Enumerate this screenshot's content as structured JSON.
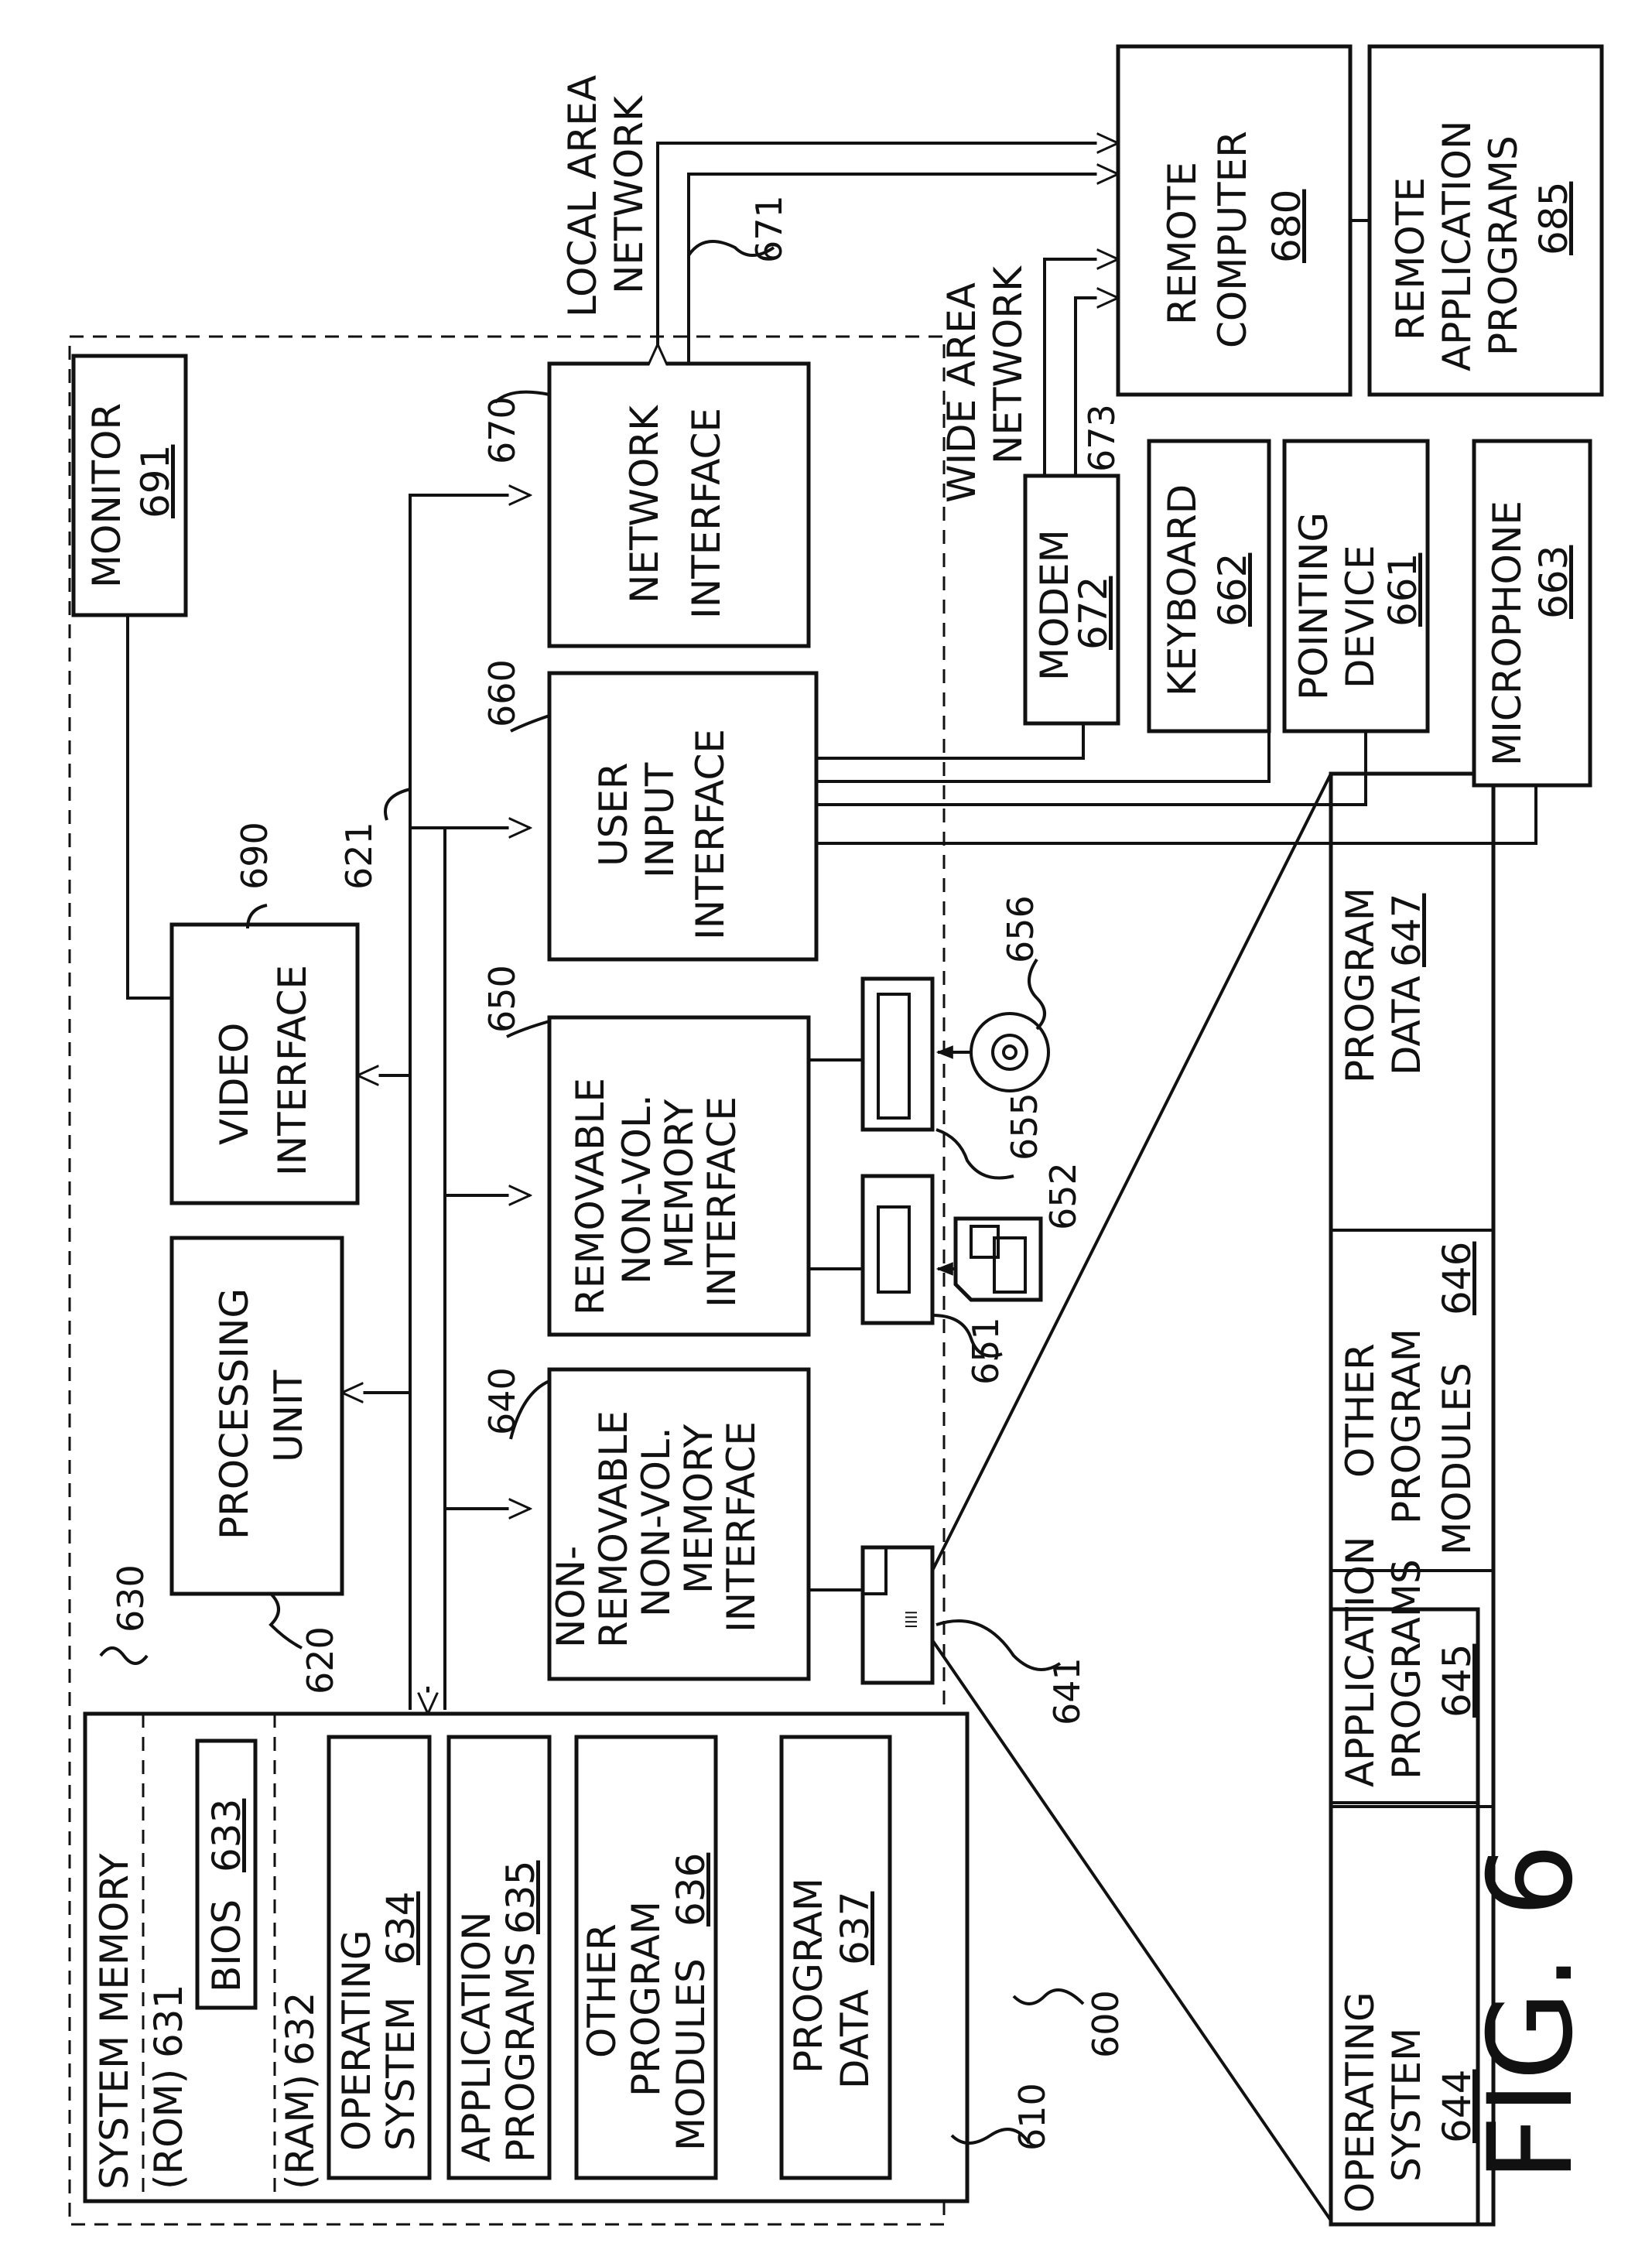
{
  "figure_label": "FIG. 6",
  "computer": {
    "ref": "610",
    "system_ref": "600"
  },
  "system_memory": {
    "title": "SYSTEM MEMORY",
    "ref": "630",
    "rom_label": "(ROM)",
    "rom_ref": "631",
    "bios_label": "BIOS",
    "bios_ref": "633",
    "ram_label": "(RAM)",
    "ram_ref": "632",
    "items": [
      {
        "l1": "OPERATING",
        "l2": "SYSTEM",
        "ref": "634"
      },
      {
        "l1": "APPLICATION",
        "l2": "PROGRAMS",
        "ref": "635"
      },
      {
        "l1": "OTHER",
        "l2": "PROGRAM",
        "l3": "MODULES",
        "ref": "636"
      },
      {
        "l1": "PROGRAM",
        "l2": "DATA",
        "ref": "637"
      }
    ]
  },
  "processing_unit": {
    "l1": "PROCESSING",
    "l2": "UNIT",
    "ref": "620"
  },
  "video_interface": {
    "l1": "VIDEO",
    "l2": "INTERFACE",
    "ref": "690"
  },
  "monitor": {
    "label": "MONITOR",
    "ref": "691"
  },
  "system_bus_ref": "621",
  "nonremovable_interface": {
    "l1": "NON-",
    "l2": "REMOVABLE",
    "l3": "NON-VOL.",
    "l4": "MEMORY",
    "l5": "INTERFACE",
    "ref": "640"
  },
  "removable_interface": {
    "l1": "REMOVABLE",
    "l2": "NON-VOL.",
    "l3": "MEMORY",
    "l4": "INTERFACE",
    "ref": "650"
  },
  "user_input_interface": {
    "l1": "USER",
    "l2": "INPUT",
    "l3": "INTERFACE",
    "ref": "660"
  },
  "network_interface": {
    "l1": "NETWORK",
    "l2": "INTERFACE",
    "ref": "670"
  },
  "devices": {
    "hard_disk_ref": "641",
    "magnetic_drive_ref": "651",
    "floppy_ref": "652",
    "optical_drive_ref": "655",
    "optical_disk_ref": "656"
  },
  "modem": {
    "label": "MODEM",
    "ref": "672"
  },
  "keyboard": {
    "label": "KEYBOARD",
    "ref": "662"
  },
  "pointing_device": {
    "l1": "POINTING",
    "l2": "DEVICE",
    "ref": "661"
  },
  "microphone": {
    "label": "MICROPHONE",
    "ref": "663"
  },
  "lan": {
    "l1": "LOCAL AREA",
    "l2": "NETWORK",
    "ref": "671"
  },
  "wan": {
    "l1": "WIDE AREA",
    "l2": "NETWORK",
    "ref": "673"
  },
  "remote_computer": {
    "l1": "REMOTE",
    "l2": "COMPUTER",
    "ref": "680"
  },
  "remote_apps": {
    "l1": "REMOTE",
    "l2": "APPLICATION",
    "l3": "PROGRAMS",
    "ref": "685"
  },
  "disk_contents": [
    {
      "l1": "OPERATING",
      "l2": "SYSTEM",
      "ref": "644"
    },
    {
      "l1": "APPLICATION",
      "l2": "PROGRAMS",
      "ref": "645"
    },
    {
      "l1": "OTHER",
      "l2": "PROGRAM",
      "l3": "MODULES",
      "ref": "646"
    },
    {
      "l1": "PROGRAM",
      "l2": "DATA",
      "ref": "647"
    }
  ]
}
